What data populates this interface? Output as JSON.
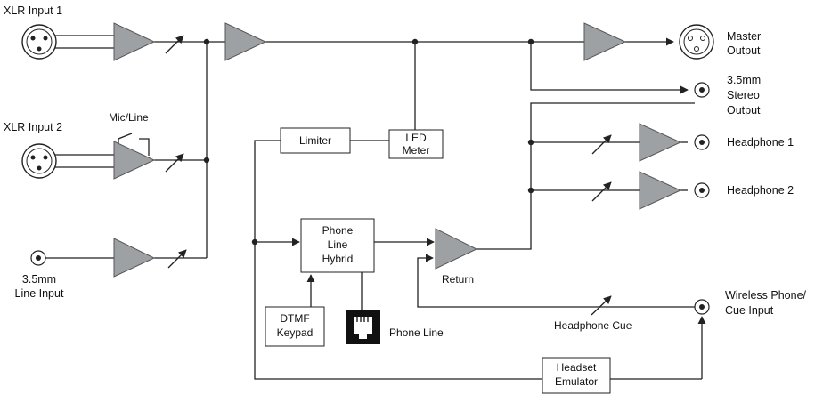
{
  "inputs": {
    "xlr1": "XLR Input 1",
    "xlr2": "XLR Input 2",
    "mic_line": "Mic/Line",
    "line_input": [
      "3.5mm",
      "Line Input"
    ]
  },
  "outputs": {
    "master": [
      "Master",
      "Output"
    ],
    "stereo": [
      "3.5mm",
      "Stereo",
      "Output"
    ],
    "headphone1": "Headphone 1",
    "headphone2": "Headphone 2",
    "wireless": [
      "Wireless Phone/",
      "Cue Input"
    ]
  },
  "blocks": {
    "limiter": "Limiter",
    "led_meter": [
      "LED",
      "Meter"
    ],
    "hybrid": [
      "Phone",
      "Line",
      "Hybrid"
    ],
    "dtmf": [
      "DTMF",
      "Keypad"
    ],
    "headset": [
      "Headset",
      "Emulator"
    ]
  },
  "labels": {
    "return": "Return",
    "phone_line": "Phone Line",
    "headphone_cue": "Headphone Cue"
  },
  "colors": {
    "amplifier_fill": "#9da1a4",
    "line": "#222222"
  }
}
